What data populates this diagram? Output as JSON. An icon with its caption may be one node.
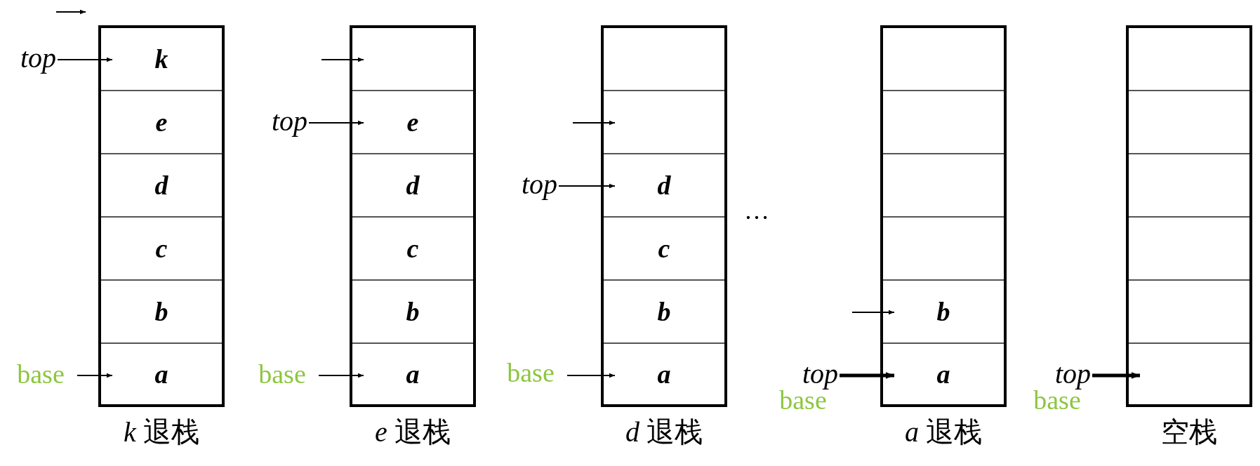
{
  "diagram": {
    "nodes": [
      {
        "text": [],
        "shape": "box",
        "beside": [
          "*k* 退栈"
        ]
      },
      {
        "text": [
          "k"
        ],
        "in": 0
      },
      {
        "text": [
          "e"
        ],
        "in": 0
      },
      {
        "text": [
          "d"
        ],
        "in": 0
      },
      {
        "text": [
          "c"
        ],
        "in": 0
      },
      {
        "text": [
          "b"
        ],
        "in": 0
      },
      {
        "text": [
          "a"
        ],
        "in": 0
      },
      {
        "text": [
          "top"
        ]
      },
      {
        "text": [
          "base"
        ]
      },
      {
        "text": [],
        "shape": "box",
        "beside": [
          "*e* 退栈"
        ]
      },
      {
        "text": [],
        "shape": "box",
        "in": 9
      },
      {
        "text": [
          "e"
        ],
        "in": 9
      },
      {
        "text": [
          "d"
        ],
        "in": 9
      },
      {
        "text": [
          "c"
        ],
        "in": 9
      },
      {
        "text": [
          "b"
        ],
        "in": 9
      },
      {
        "text": [
          "a"
        ],
        "in": 9
      },
      {
        "text": [
          "top"
        ]
      },
      {
        "text": [
          "base"
        ]
      },
      {
        "text": [],
        "shape": "box",
        "beside": [
          "*d* 退栈"
        ]
      },
      {
        "text": [],
        "shape": "box",
        "in": 18
      },
      {
        "text": [],
        "shape": "box",
        "in": 18
      },
      {
        "text": [
          "d"
        ],
        "in": 18
      },
      {
        "text": [
          "c"
        ],
        "in": 18
      },
      {
        "text": [
          "b"
        ],
        "in": 18
      },
      {
        "text": [
          "a"
        ],
        "in": 18
      },
      {
        "text": [
          "top"
        ]
      },
      {
        "text": [
          "base"
        ]
      },
      {
        "text": [],
        "shape": "box",
        "beside": [
          "*a* 退栈"
        ]
      },
      {
        "text": [],
        "shape": "box",
        "in": 27
      },
      {
        "text": [],
        "shape": "box",
        "in": 27
      },
      {
        "text": [],
        "shape": "box",
        "in": 27
      },
      {
        "text": [],
        "shape": "box",
        "in": 27
      },
      {
        "text": [
          "b"
        ],
        "in": 27
      },
      {
        "text": [
          "a"
        ],
        "in": 27
      },
      {
        "text": [
          "top"
        ]
      },
      {
        "text": [
          "base"
        ]
      },
      {
        "text": [],
        "shape": "box",
        "beside": [
          "空栈"
        ]
      },
      {
        "text": [],
        "shape": "box",
        "in": 36
      },
      {
        "text": [],
        "shape": "box",
        "in": 36
      },
      {
        "text": [],
        "shape": "box",
        "in": 36
      },
      {
        "text": [],
        "shape": "box",
        "in": 36
      },
      {
        "text": [],
        "shape": "box",
        "in": 36
      },
      {
        "text": [],
        "shape": "box",
        "in": 36
      },
      {
        "text": [
          "top"
        ]
      },
      {
        "text": [
          "base"
        ]
      }
    ],
    "edges": [
      {
        "from": 7,
        "to": 1,
        "arrow": "to"
      },
      {
        "from": 8,
        "to": 6,
        "arrow": "to"
      },
      {
        "from": null,
        "to": 10,
        "arrow": "to"
      },
      {
        "from": 16,
        "to": 11,
        "arrow": "to"
      },
      {
        "from": 17,
        "to": 15,
        "arrow": "to"
      },
      {
        "from": null,
        "to": 20,
        "arrow": "to"
      },
      {
        "from": 25,
        "to": 21,
        "arrow": "to"
      },
      {
        "from": 26,
        "to": 24,
        "arrow": "to"
      },
      {
        "from": null,
        "to": 32,
        "arrow": "to"
      },
      {
        "from": 34,
        "to": 33,
        "arrow": "to",
        "style": "thick"
      },
      {
        "from": 43,
        "to": 42,
        "arrow": "to",
        "style": "thick"
      }
    ],
    "labels": [
      "…"
    ]
  }
}
